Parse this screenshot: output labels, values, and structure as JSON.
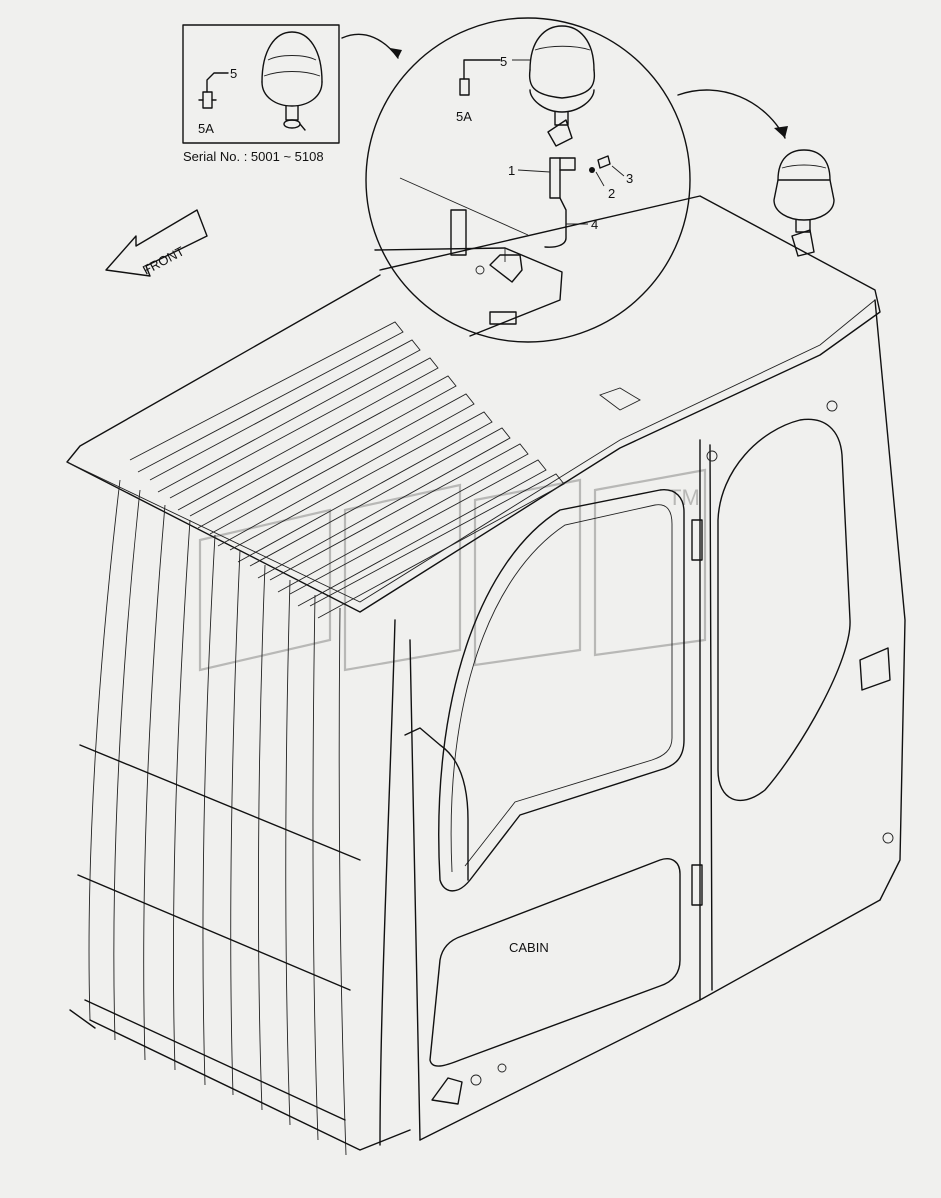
{
  "inset": {
    "serial_text": "Serial No. : 5001 ~ 5108",
    "callouts": [
      "5",
      "5A"
    ]
  },
  "detail": {
    "callouts": [
      "5",
      "5A",
      "1",
      "2",
      "3",
      "4"
    ]
  },
  "main": {
    "front_label": "FRONT",
    "cabin_label": "CABIN",
    "watermark": "TM"
  },
  "icons": [
    "beacon-lamp-icon",
    "bulb-icon",
    "front-arrow-icon"
  ]
}
